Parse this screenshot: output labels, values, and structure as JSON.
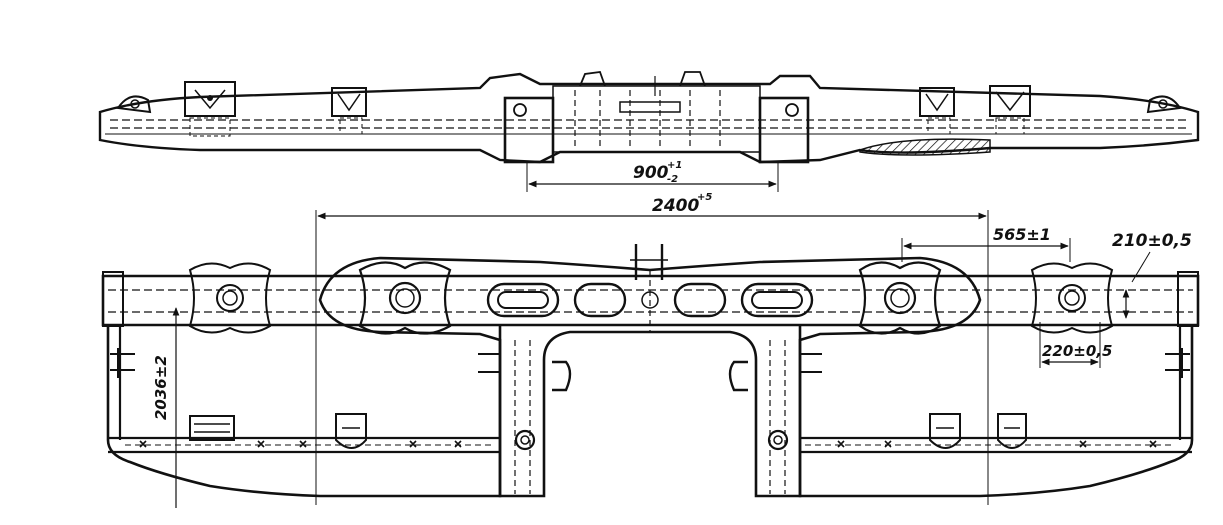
{
  "dimensions": {
    "bolster_gap": "900",
    "bolster_gap_tol_upper": "+1",
    "bolster_gap_tol_lower": "-2",
    "center_span": "2400",
    "center_span_tol": "+5",
    "offset": "565±1",
    "flange_width": "210±0,5",
    "pad_spacing": "220±0,5",
    "frame_length": "2036±2"
  },
  "colors": {
    "ink": "#111111",
    "paper": "#ffffff"
  }
}
